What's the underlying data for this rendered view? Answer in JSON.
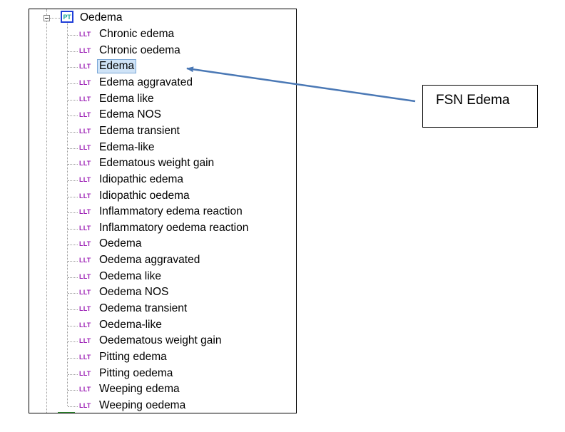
{
  "tree": {
    "parent": {
      "badge": "PT",
      "label": "Oedema",
      "expanded": true
    },
    "child_badge": "LLT",
    "children": [
      "Chronic edema",
      "Chronic oedema",
      "Edema",
      "Edema aggravated",
      "Edema like",
      "Edema NOS",
      "Edema transient",
      "Edema-like",
      "Edematous weight gain",
      "Idiopathic edema",
      "Idiopathic oedema",
      "Inflammatory edema reaction",
      "Inflammatory oedema reaction",
      "Oedema",
      "Oedema aggravated",
      "Oedema like",
      "Oedema NOS",
      "Oedema transient",
      "Oedema-like",
      "Oedematous weight gain",
      "Pitting edema",
      "Pitting oedema",
      "Weeping edema",
      "Weeping oedema"
    ],
    "selected_index": 2
  },
  "callout": {
    "text": "FSN Edema"
  },
  "colors": {
    "pt_border": "#1f3ed8",
    "pt_text": "#17a39a",
    "llt_text": "#9c1fb5",
    "selection_bg": "#cfe3f7",
    "arrow": "#4a78b5"
  },
  "icons": {
    "toggle": "collapse-minus-icon",
    "parent": "pt-badge-icon",
    "child": "llt-badge-icon"
  }
}
